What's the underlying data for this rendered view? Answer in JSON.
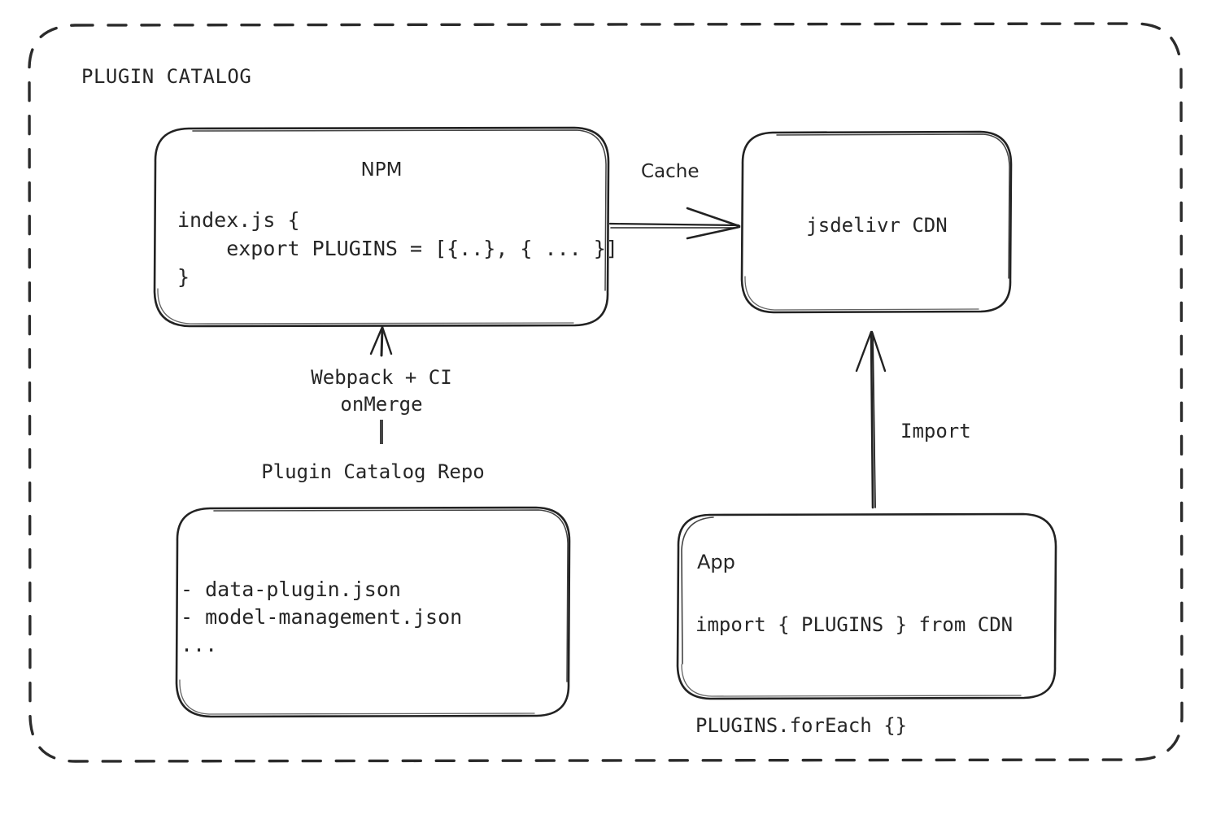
{
  "frame": {
    "title": "PLUGIN CATALOG",
    "border_style": "dashed",
    "border_color": "#2b2b2b"
  },
  "colors": {
    "stroke": "#222222",
    "text": "#262626",
    "background": "#ffffff"
  },
  "nodes": {
    "npm": {
      "title": "NPM",
      "code": "index.js {\n    export PLUGINS = [{..}, { ... }]\n}"
    },
    "cdn": {
      "title": "jsdelivr CDN"
    },
    "repo": {
      "title": "Plugin Catalog Repo",
      "items": "- data-plugin.json\n- model-management.json\n..."
    },
    "app": {
      "title": "App",
      "code": "import { PLUGINS } from CDN\n\nPLUGINS.forEach {}"
    }
  },
  "edges": {
    "cache": {
      "label": "Cache",
      "from": "npm",
      "to": "cdn",
      "direction": "right"
    },
    "build": {
      "label": "Webpack + CI\nonMerge",
      "from": "repo",
      "to": "npm",
      "direction": "up"
    },
    "import": {
      "label": "Import",
      "from": "app",
      "to": "cdn",
      "direction": "up"
    }
  }
}
